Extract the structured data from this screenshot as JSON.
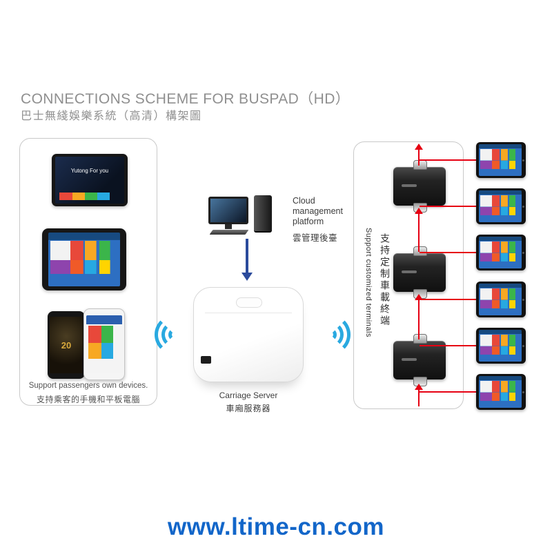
{
  "header": {
    "title": "CONNECTIONS SCHEME FOR BUSPAD（HD）",
    "subtitle": "巴士無綫娛樂系統（高清）構架圖"
  },
  "left_panel": {
    "tablet_screen_title": "Yutong For you",
    "phone_poster_text": "20",
    "caption_en": "Support passengers own devices.",
    "caption_zh": "支持乘客的手機和平板電腦"
  },
  "cloud": {
    "label_en": "Cloud management platform",
    "label_zh": "雲管理後臺"
  },
  "server": {
    "label_en": "Carriage Server",
    "label_zh": "車廂服務器"
  },
  "right_panel": {
    "label_zh": "支持定制車載終端",
    "label_en": "Support customized terminals"
  },
  "footer": {
    "url": "www.ltime-cn.com"
  },
  "colors": {
    "title_gray": "#8f8f8f",
    "arrow_red": "#e60012",
    "arrow_blue": "#2b4b9c",
    "wifi_cyan": "#29a9e0",
    "url_blue": "#1266c9"
  }
}
